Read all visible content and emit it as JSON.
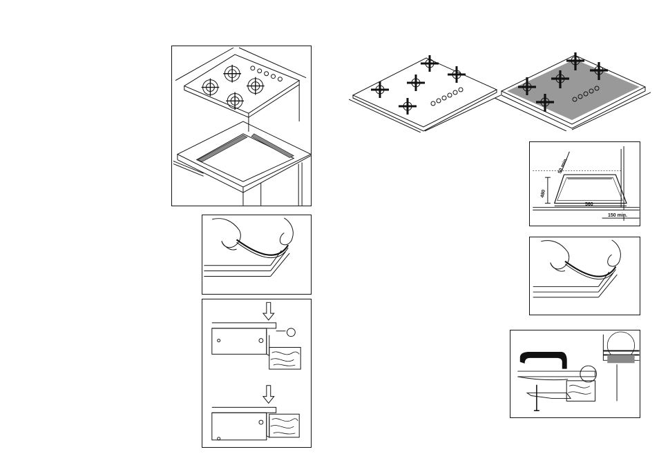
{
  "page": {
    "background": "#ffffff",
    "ink": "#111111"
  },
  "figures": {
    "cutout_diagram": {
      "dimension_top": "50 min.",
      "dimension_depth": "480",
      "dimension_width": "560",
      "dimension_wall": "150 min."
    }
  }
}
